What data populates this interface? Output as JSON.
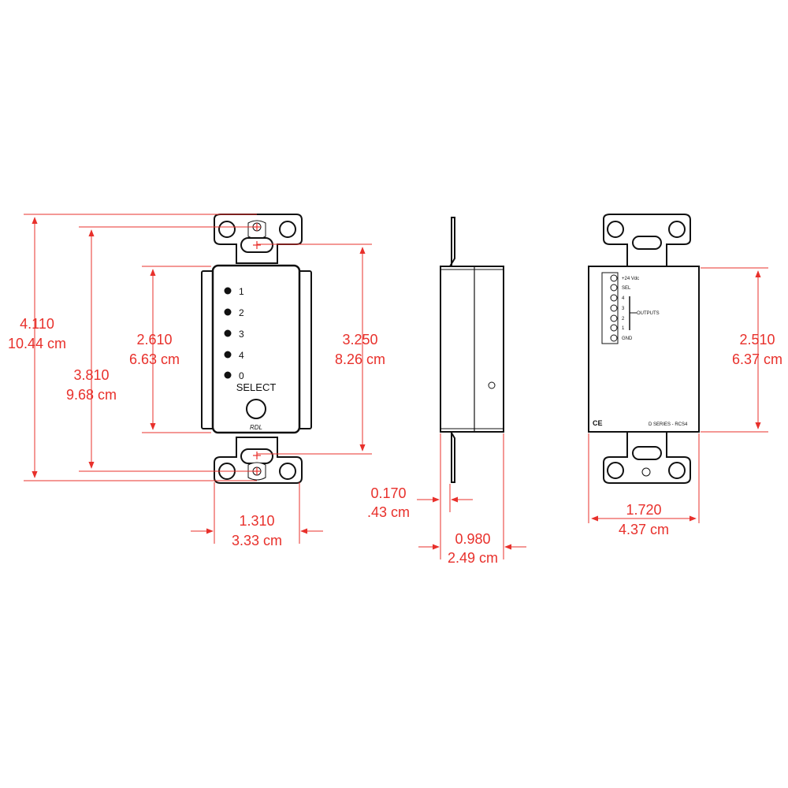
{
  "front_view": {
    "led_labels": [
      "1",
      "2",
      "3",
      "4",
      "0"
    ],
    "button_label": "SELECT",
    "brand_mark": "RDL"
  },
  "back_view": {
    "terminal_labels": [
      "+24  Vdc",
      "SEL",
      "4",
      "3",
      "2",
      "1",
      "GND"
    ],
    "outputs_label": "OUTPUTS",
    "ce_mark": "CE",
    "series_label": "D SERIES - RCS4"
  },
  "dimensions": {
    "total_height": {
      "inches": "4.110",
      "cm": "10.44 cm"
    },
    "mount_spacing": {
      "inches": "3.810",
      "cm": "9.68 cm"
    },
    "plate_height": {
      "inches": "2.610",
      "cm": "6.63 cm"
    },
    "opening_height": {
      "inches": "3.250",
      "cm": "8.26 cm"
    },
    "plate_width": {
      "inches": "1.310",
      "cm": "3.33 cm"
    },
    "flange_depth": {
      "inches": "0.170",
      "cm": ".43 cm"
    },
    "total_depth": {
      "inches": "0.980",
      "cm": "2.49 cm"
    },
    "back_width": {
      "inches": "1.720",
      "cm": "4.37 cm"
    },
    "back_height": {
      "inches": "2.510",
      "cm": "6.37 cm"
    }
  },
  "colors": {
    "dimension": "#e8302b",
    "outline": "#111111"
  }
}
